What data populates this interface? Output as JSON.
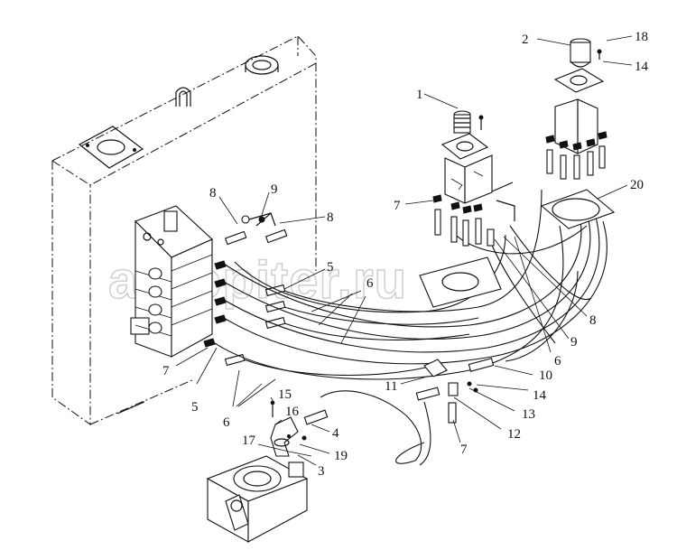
{
  "watermark": "autopiter.ru",
  "callouts": [
    {
      "id": "c1",
      "text": "1"
    },
    {
      "id": "c2",
      "text": "2"
    },
    {
      "id": "c18",
      "text": "18"
    },
    {
      "id": "c14a",
      "text": "14"
    },
    {
      "id": "c20",
      "text": "20"
    },
    {
      "id": "c8a",
      "text": "8"
    },
    {
      "id": "c9a",
      "text": "9"
    },
    {
      "id": "c8b",
      "text": "8"
    },
    {
      "id": "c7a",
      "text": "7"
    },
    {
      "id": "c5a",
      "text": "5"
    },
    {
      "id": "c6a",
      "text": "6"
    },
    {
      "id": "c8c",
      "text": "8"
    },
    {
      "id": "c9b",
      "text": "9"
    },
    {
      "id": "c6b",
      "text": "6"
    },
    {
      "id": "c10",
      "text": "10"
    },
    {
      "id": "c14b",
      "text": "14"
    },
    {
      "id": "c13",
      "text": "13"
    },
    {
      "id": "c11",
      "text": "11"
    },
    {
      "id": "c12",
      "text": "12"
    },
    {
      "id": "c7b",
      "text": "7"
    },
    {
      "id": "c7c",
      "text": "7"
    },
    {
      "id": "c5b",
      "text": "5"
    },
    {
      "id": "c6c",
      "text": "6"
    },
    {
      "id": "c15",
      "text": "15"
    },
    {
      "id": "c16",
      "text": "16"
    },
    {
      "id": "c4",
      "text": "4"
    },
    {
      "id": "c17",
      "text": "17"
    },
    {
      "id": "c19",
      "text": "19"
    },
    {
      "id": "c3",
      "text": "3"
    }
  ]
}
